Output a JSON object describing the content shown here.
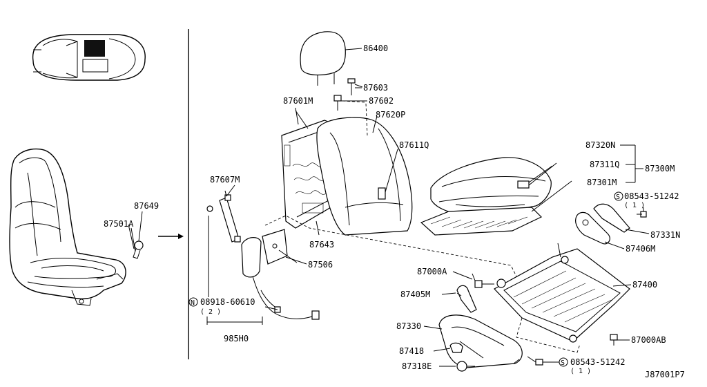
{
  "diagram_id": "J87001P7",
  "parts": {
    "p86400": "86400",
    "p87603": "87603",
    "p87602": "87602",
    "p87601M": "87601M",
    "p87620P": "87620P",
    "p87611Q": "87611Q",
    "p87320N": "87320N",
    "p87311Q": "87311Q",
    "p87300M": "87300M",
    "p87301M": "87301M",
    "p08543_51242_a": "08543-51242",
    "p08543_qty_a": "( 1 )",
    "p87331N": "87331N",
    "p87406M": "87406M",
    "p87607M": "87607M",
    "p87649": "87649",
    "p87501A": "87501A",
    "p87643": "87643",
    "p87506": "87506",
    "p87000A": "87000A",
    "p87400": "87400",
    "p87405M": "87405M",
    "p08918_60610": "08918-60610",
    "p08918_qty": "( 2 )",
    "p985H0": "985H0",
    "p87330": "87330",
    "p87000AB": "87000AB",
    "p87418": "87418",
    "p87318E": "87318E",
    "p08543_51242_b": "08543-51242",
    "p08543_qty_b": "( 1 )"
  },
  "symbols": {
    "n_symbol": "N",
    "s_symbol_a": "S",
    "s_symbol_b": "S"
  }
}
